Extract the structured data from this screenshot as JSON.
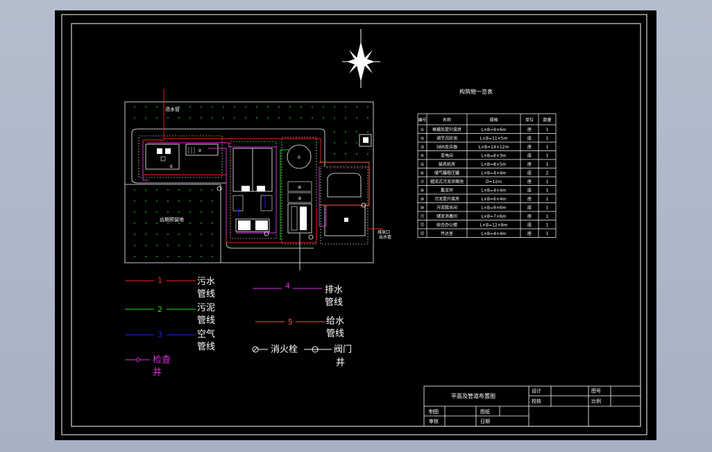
{
  "drawing_title": "平面及管道布置图",
  "table_title": "构筑物一览表",
  "table": {
    "headers": [
      "编号",
      "名称",
      "规格",
      "单位",
      "数量"
    ],
    "rows": [
      [
        "①",
        "格栅及提升泵房",
        "L×B=9×6m",
        "座",
        "1"
      ],
      [
        "②",
        "调节沉砂池",
        "L×B=11×5m",
        "座",
        "1"
      ],
      [
        "③",
        "SBR反应器",
        "L×B=14×12m",
        "座",
        "1"
      ],
      [
        "④",
        "变电间",
        "L×B=6×3m",
        "座",
        "1"
      ],
      [
        "⑤",
        "鼓风机房",
        "L×B=8×5m",
        "座",
        "1"
      ],
      [
        "⑥",
        "储气罐稳压罐",
        "L×B=4×4m",
        "座",
        "2"
      ],
      [
        "⑦",
        "辐流式污泥浓缩池",
        "D=12m",
        "座",
        "1"
      ],
      [
        "⑧",
        "集泥井",
        "L×B=4×4m",
        "座",
        "1"
      ],
      [
        "⑨",
        "污泥提升泵房",
        "L×B=6×4m",
        "座",
        "1"
      ],
      [
        "⑩",
        "污泥脱水间",
        "L×B=9×6m",
        "座",
        "1"
      ],
      [
        "⑪",
        "储泥消毒间",
        "L×B=7×6m",
        "座",
        "1"
      ],
      [
        "⑫",
        "综合办公楼",
        "L×B=12×8m",
        "座",
        "1"
      ],
      [
        "⑬",
        "传达室",
        "L×B=4×4m",
        "座",
        "1"
      ]
    ]
  },
  "legend": [
    {
      "num": "1",
      "label_1": "污水",
      "label_2": "管线",
      "color": "#ff2020"
    },
    {
      "num": "2",
      "label_1": "污泥",
      "label_2": "管线",
      "color": "#20e020"
    },
    {
      "num": "3",
      "label_1": "空气",
      "label_2": "管线",
      "color": "#2020ff"
    },
    {
      "num": "4",
      "label_1": "排水",
      "label_2": "管线",
      "color": "#e030e0"
    },
    {
      "num": "5",
      "label_1": "给水",
      "label_2": "管线",
      "color": "#ff6040"
    }
  ],
  "legend_symbols": {
    "manhole_1": "检查",
    "manhole_2": "井",
    "hydrant": "消火栓",
    "valve_1": "阀门",
    "valve_2": "井"
  },
  "plan_labels": {
    "inlet": "进水管",
    "reserve": "远期预留地",
    "outlet_1": "排放口",
    "outlet_2": "出水管",
    "lot_1": "①",
    "lot_2": "②",
    "lot_7": "⑦",
    "lot_8": "⑧",
    "lot_9": "⑨"
  },
  "title_block": {
    "design": "设计",
    "drawing_no": "图号",
    "check": "校核",
    "scale": "比例",
    "draw": "制图",
    "drawing_code": "图纸",
    "review": "审核",
    "date": "日期"
  },
  "colors": {
    "sewage": "#ff2020",
    "sludge": "#20e020",
    "air": "#2020ff",
    "drain": "#e030e0",
    "water": "#ff6040",
    "line": "#ffffff",
    "tree": "#22cc22"
  }
}
